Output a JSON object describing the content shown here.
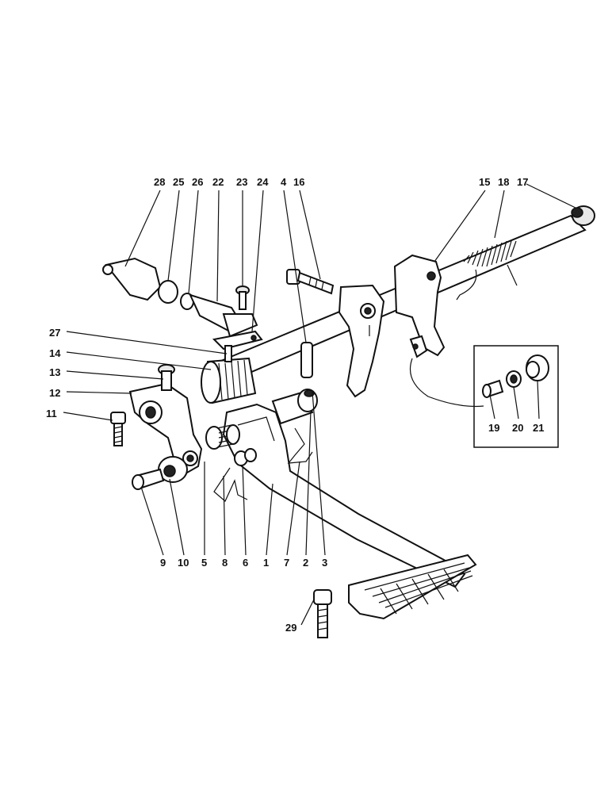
{
  "callouts": [
    {
      "id": "28",
      "text": "28"
    },
    {
      "id": "25",
      "text": "25"
    },
    {
      "id": "26",
      "text": "26"
    },
    {
      "id": "22",
      "text": "22"
    },
    {
      "id": "23",
      "text": "23"
    },
    {
      "id": "24",
      "text": "24"
    },
    {
      "id": "4",
      "text": "4"
    },
    {
      "id": "16",
      "text": "16"
    },
    {
      "id": "15",
      "text": "15"
    },
    {
      "id": "18",
      "text": "18"
    },
    {
      "id": "17",
      "text": "17"
    },
    {
      "id": "27",
      "text": "27"
    },
    {
      "id": "14",
      "text": "14"
    },
    {
      "id": "13",
      "text": "13"
    },
    {
      "id": "12",
      "text": "12"
    },
    {
      "id": "11",
      "text": "11"
    },
    {
      "id": "19",
      "text": "19"
    },
    {
      "id": "20",
      "text": "20"
    },
    {
      "id": "21",
      "text": "21"
    },
    {
      "id": "9",
      "text": "9"
    },
    {
      "id": "10",
      "text": "10"
    },
    {
      "id": "5",
      "text": "5"
    },
    {
      "id": "8",
      "text": "8"
    },
    {
      "id": "6",
      "text": "6"
    },
    {
      "id": "1",
      "text": "1"
    },
    {
      "id": "7",
      "text": "7"
    },
    {
      "id": "2",
      "text": "2"
    },
    {
      "id": "3",
      "text": "3"
    },
    {
      "id": "29",
      "text": "29"
    }
  ]
}
